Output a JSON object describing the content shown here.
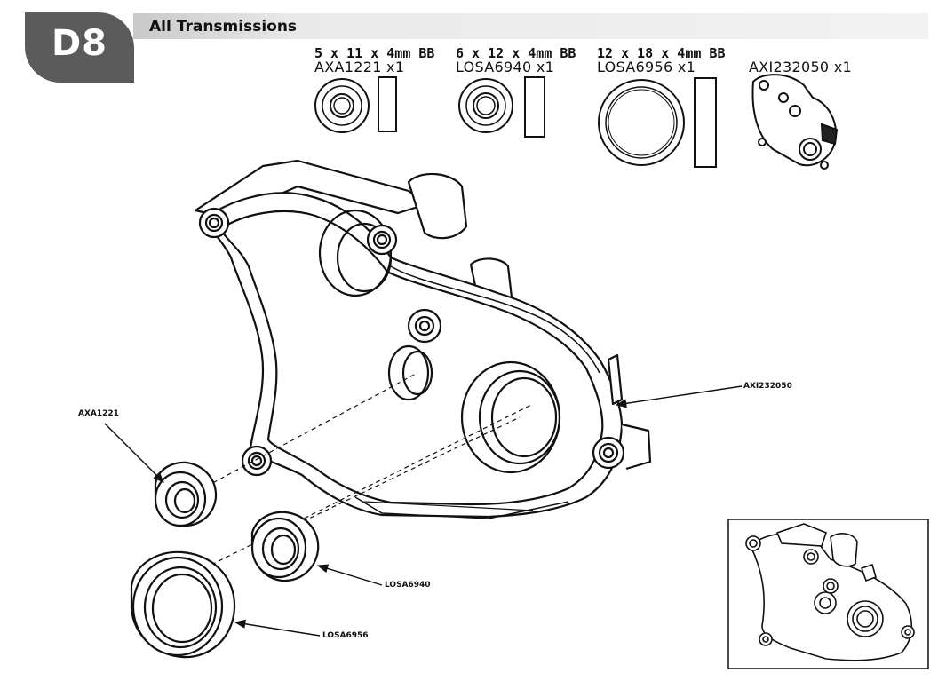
{
  "header": {
    "step": "D8",
    "title": "All Transmissions"
  },
  "parts": [
    {
      "spec": "5 x 11 x 4mm BB",
      "code": "AXA1221 x1"
    },
    {
      "spec": "6 x 12 x 4mm BB",
      "code": "LOSA6940 x1"
    },
    {
      "spec": "12 x 18 x 4mm BB",
      "code": "LOSA6956 x1"
    },
    {
      "spec": "",
      "code": "AXI232050 x1"
    }
  ],
  "callouts": {
    "axa1221": "AXA1221",
    "axi232050": "AXI232050",
    "losa6940": "LOSA6940",
    "losa6956": "LOSA6956"
  }
}
